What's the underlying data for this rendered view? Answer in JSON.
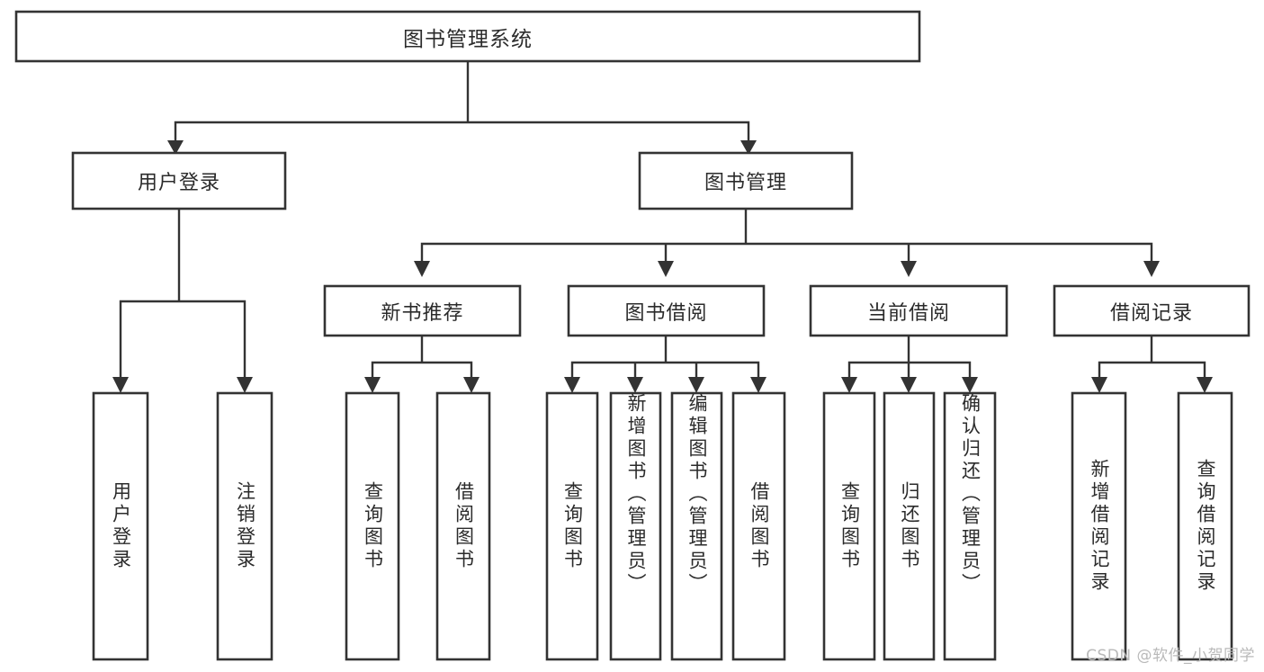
{
  "diagram": {
    "title": "图书管理系统",
    "type": "tree-hierarchy-diagram",
    "orientation": "top-down",
    "colors": {
      "box_stroke": "#333333",
      "box_fill": "#ffffff",
      "connector": "#333333",
      "text": "#2b2b2b",
      "background": "#ffffff",
      "watermark": "#b9b9b9"
    },
    "root": {
      "id": "root",
      "label": "图书管理系统",
      "orientation": "horizontal"
    },
    "level2": [
      {
        "id": "user-login",
        "label": "用户登录",
        "orientation": "horizontal"
      },
      {
        "id": "book-management",
        "label": "图书管理",
        "orientation": "horizontal"
      }
    ],
    "level3": [
      {
        "id": "new-book-recommend",
        "label": "新书推荐",
        "orientation": "horizontal",
        "parent": "book-management"
      },
      {
        "id": "book-borrow",
        "label": "图书借阅",
        "orientation": "horizontal",
        "parent": "book-management"
      },
      {
        "id": "current-borrow",
        "label": "当前借阅",
        "orientation": "horizontal",
        "parent": "book-management"
      },
      {
        "id": "borrow-record",
        "label": "借阅记录",
        "orientation": "horizontal",
        "parent": "book-management"
      }
    ],
    "leaves": [
      {
        "id": "leaf-user-login",
        "label": "用户登录",
        "orientation": "vertical",
        "parent": "user-login"
      },
      {
        "id": "leaf-logout",
        "label": "注销登录",
        "orientation": "vertical",
        "parent": "user-login"
      },
      {
        "id": "leaf-query-book-1",
        "label": "查询图书",
        "orientation": "vertical",
        "parent": "new-book-recommend"
      },
      {
        "id": "leaf-borrow-book-1",
        "label": "借阅图书",
        "orientation": "vertical",
        "parent": "new-book-recommend"
      },
      {
        "id": "leaf-query-book-2",
        "label": "查询图书",
        "orientation": "vertical",
        "parent": "book-borrow"
      },
      {
        "id": "leaf-add-book",
        "label": "新增图书（管理员）",
        "orientation": "vertical",
        "parent": "book-borrow"
      },
      {
        "id": "leaf-edit-book",
        "label": "编辑图书（管理员）",
        "orientation": "vertical",
        "parent": "book-borrow"
      },
      {
        "id": "leaf-borrow-book-2",
        "label": "借阅图书",
        "orientation": "vertical",
        "parent": "book-borrow"
      },
      {
        "id": "leaf-query-book-3",
        "label": "查询图书",
        "orientation": "vertical",
        "parent": "current-borrow"
      },
      {
        "id": "leaf-return-book",
        "label": "归还图书",
        "orientation": "vertical",
        "parent": "current-borrow"
      },
      {
        "id": "leaf-confirm-return",
        "label": "确认归还（管理员）",
        "orientation": "vertical",
        "parent": "current-borrow"
      },
      {
        "id": "leaf-add-record",
        "label": "新增借阅记录",
        "orientation": "vertical",
        "parent": "borrow-record"
      },
      {
        "id": "leaf-query-record",
        "label": "查询借阅记录",
        "orientation": "vertical",
        "parent": "borrow-record"
      }
    ],
    "watermark": "CSDN @软件_小贺同学"
  }
}
